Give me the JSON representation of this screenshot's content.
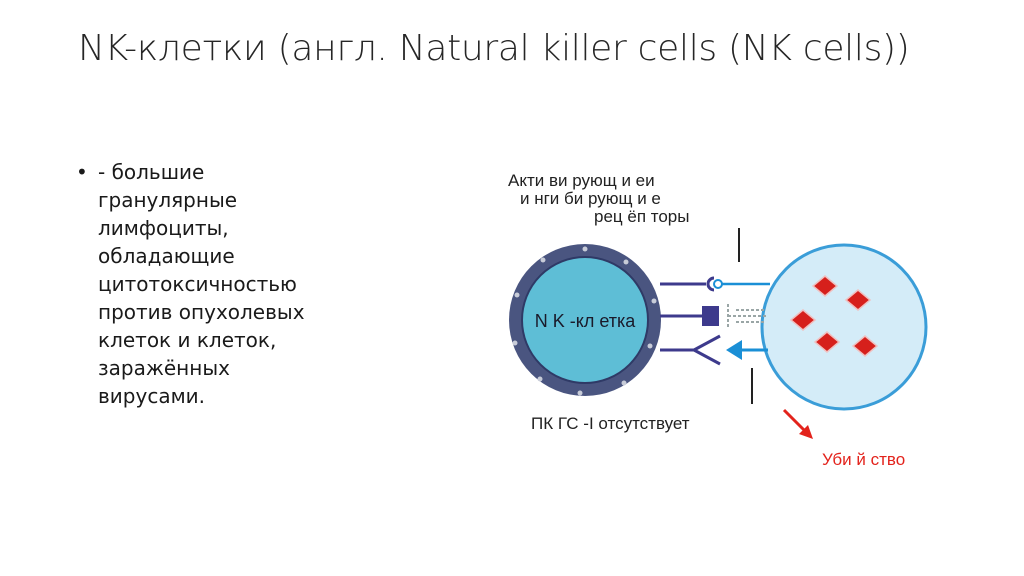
{
  "slide": {
    "title": "NK-клетки (англ. Natural killer cells (NK cells))",
    "bullet": "•",
    "text": " - большие\nгранулярные\nлимфоциты,\nобладающие\nцитотоксичностью\nпротив опухолевых\nклеток и клеток,\nзаражённых\nвирусами."
  },
  "diagram": {
    "receptor_label_1": "Акти ви рующ и еи",
    "receptor_label_2": "и нги би рующ и е",
    "receptor_label_3": "рец ёп торы",
    "nk_cell_label": "N K -кл етка",
    "mhc_label": "ПК ГС -I отсутствует",
    "kill_label": "Уби й ство",
    "colors": {
      "nk_outer": "#4a5580",
      "nk_inner": "#5ebed6",
      "target_fill": "#d4ecf8",
      "target_stroke": "#3a9dd8",
      "receptor": "#3d3a8c",
      "arrow_blue": "#1a8fd6",
      "granule": "#d6201c",
      "kill_text": "#e3231c"
    }
  }
}
